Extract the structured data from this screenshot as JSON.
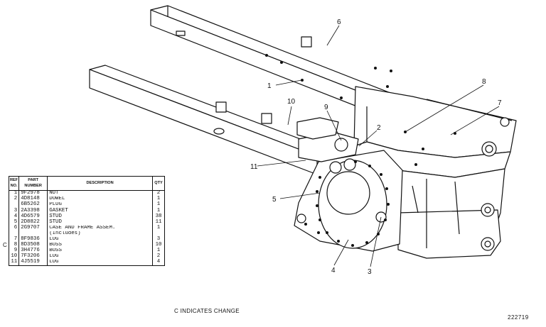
{
  "callouts": [
    "1",
    "2",
    "3",
    "4",
    "5",
    "6",
    "7",
    "8",
    "9",
    "10",
    "11"
  ],
  "table": {
    "headers": {
      "ref": "REF NO.",
      "part": "PART NUMBER",
      "description": "DESCRIPTION",
      "qty": "QTY"
    },
    "rows": [
      {
        "ref": "1",
        "part": "9F2978",
        "desc": "NUT",
        "qty": "2"
      },
      {
        "ref": "2",
        "part": "4D8148",
        "desc": "DOWEL",
        "qty": "1"
      },
      {
        "ref": "",
        "part": "6B5262",
        "desc": "PLUG",
        "qty": "1"
      },
      {
        "ref": "3",
        "part": "2A3398",
        "desc": "GASKET",
        "qty": "1"
      },
      {
        "ref": "4",
        "part": "4D6579",
        "desc": "STUD",
        "qty": "38"
      },
      {
        "ref": "5",
        "part": "2D8822",
        "desc": "STUD",
        "qty": "11"
      },
      {
        "ref": "6",
        "part": "2G9707",
        "desc": "CASE AND FRAME ASSEM.",
        "qty": "1"
      },
      {
        "ref": "",
        "part": "",
        "desc": "(Includes)",
        "qty": ""
      },
      {
        "ref": "7",
        "part": "8F9836",
        "desc": "LUG",
        "qty": "3"
      },
      {
        "ref": "8",
        "part": "8D3508",
        "desc": "BOSS",
        "qty": "10"
      },
      {
        "ref": "9",
        "part": "3H4776",
        "desc": "BOSS",
        "qty": "1"
      },
      {
        "ref": "10",
        "part": "7F3206",
        "desc": "LUG",
        "qty": "2"
      },
      {
        "ref": "11",
        "part": "4J5519",
        "desc": "LUG",
        "qty": "4"
      }
    ],
    "change_marker": "C"
  },
  "change_note": "C INDICATES CHANGE",
  "drawing_number": "222719"
}
